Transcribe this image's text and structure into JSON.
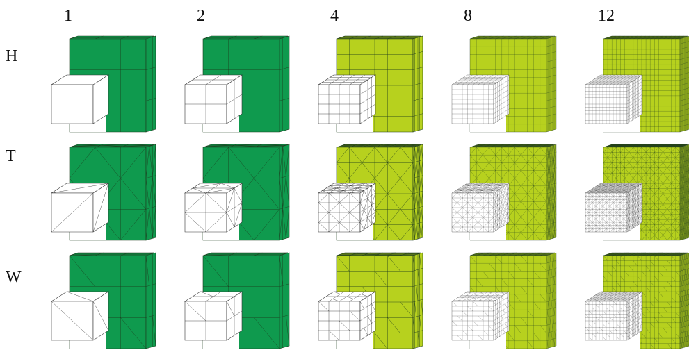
{
  "columns": [
    {
      "label": "1",
      "n": 1,
      "tone": "green"
    },
    {
      "label": "2",
      "n": 2,
      "tone": "green"
    },
    {
      "label": "4",
      "n": 4,
      "tone": "lime"
    },
    {
      "label": "8",
      "n": 8,
      "tone": "lime"
    },
    {
      "label": "12",
      "n": 12,
      "tone": "lime"
    }
  ],
  "rows": [
    {
      "label": "H",
      "mesh": "hex"
    },
    {
      "label": "T",
      "mesh": "tet"
    },
    {
      "label": "W",
      "mesh": "wedge"
    }
  ],
  "colors": {
    "green": "#0f9a4e",
    "lime": "#b7d11e",
    "edge": "#1d3a1d",
    "inner_fill": "#ffffff",
    "inner_edge": "#333333"
  }
}
